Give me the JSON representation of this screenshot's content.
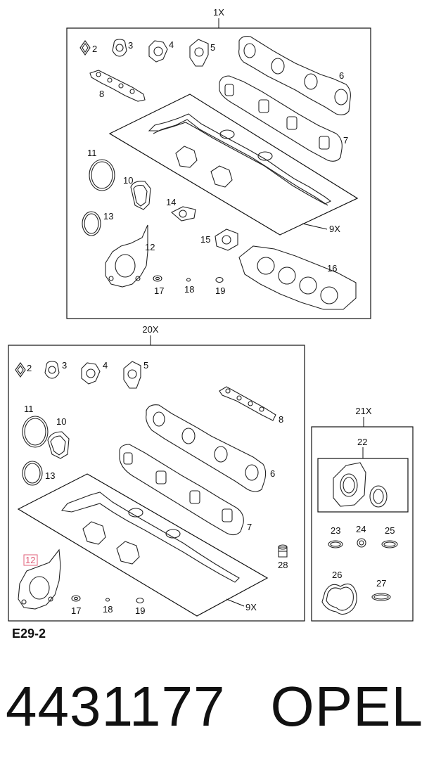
{
  "groups": {
    "g1": "1X",
    "g20": "20X",
    "g21": "21X",
    "g9a": "9X",
    "g9b": "9X"
  },
  "callouts": {
    "a2": "2",
    "a3": "3",
    "a4": "4",
    "a5": "5",
    "a6": "6",
    "a7": "7",
    "a8": "8",
    "a11": "11",
    "a10": "10",
    "a13": "13",
    "a14": "14",
    "a12": "12",
    "a15": "15",
    "a16": "16",
    "a17": "17",
    "a18": "18",
    "a19": "19",
    "b2": "2",
    "b3": "3",
    "b4": "4",
    "b5": "5",
    "b8": "8",
    "b11": "11",
    "b10": "10",
    "b13": "13",
    "b6": "6",
    "b7": "7",
    "b12": "12",
    "b28": "28",
    "b17": "17",
    "b18": "18",
    "b19": "19",
    "c22": "22",
    "c23": "23",
    "c24": "24",
    "c25": "25",
    "c26": "26",
    "c27": "27"
  },
  "highlight_color": "#e0607a",
  "diagram_ref": "E29-2",
  "part_number": "4431177",
  "brand": "OPEL"
}
